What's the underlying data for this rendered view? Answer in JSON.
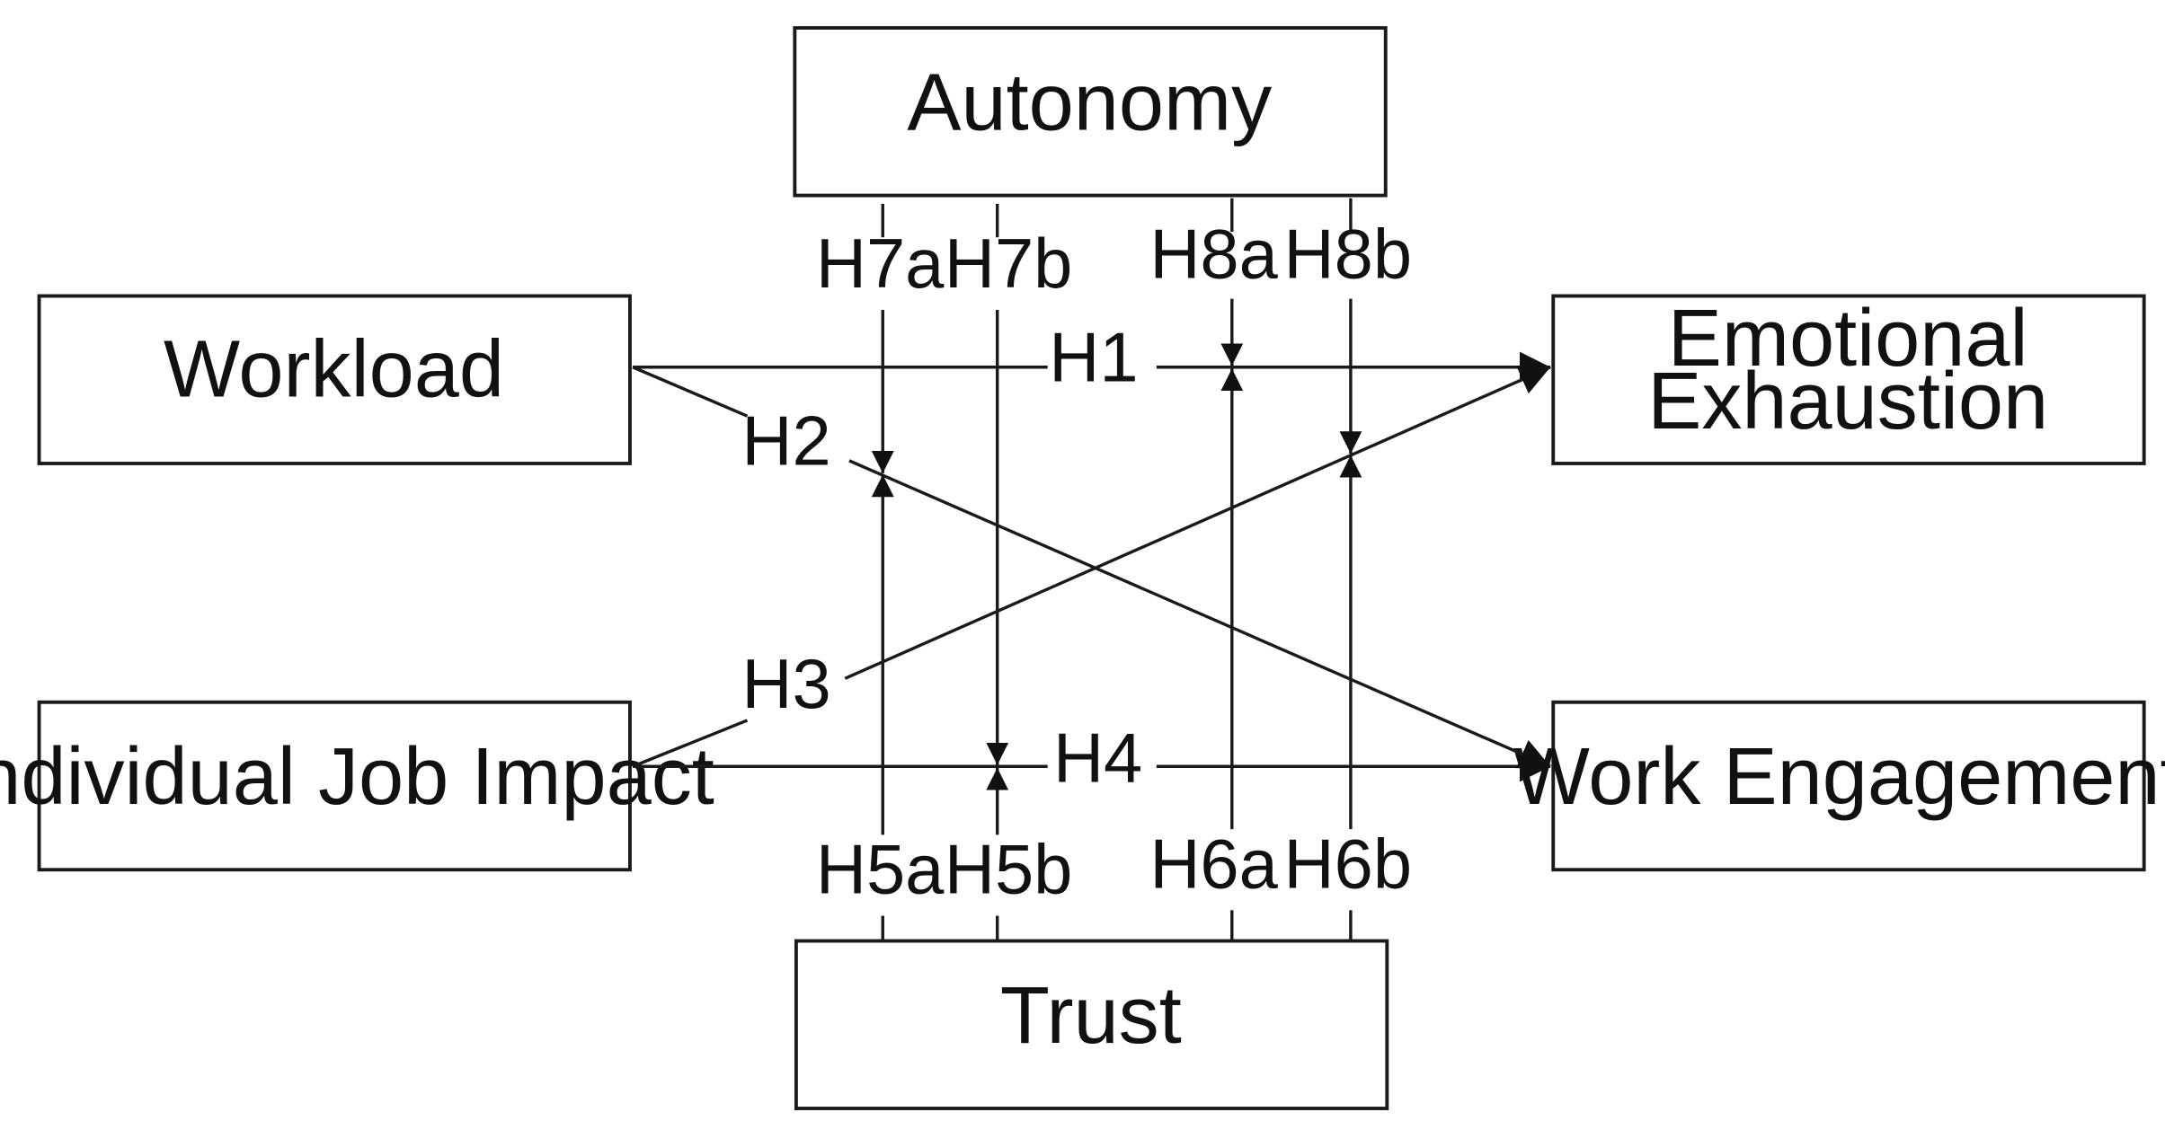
{
  "nodes": {
    "autonomy": "Autonomy",
    "workload": "Workload",
    "individual_job_impact": "Individual Job Impact",
    "emotional_exhaustion": [
      "Emotional",
      "Exhaustion"
    ],
    "work_engagement": "Work Engagement",
    "trust": "Trust"
  },
  "hypotheses": {
    "h1": "H1",
    "h2": "H2",
    "h3": "H3",
    "h4": "H4",
    "h5a": "H5a",
    "h5b": "H5b",
    "h6a": "H6a",
    "h6b": "H6b",
    "h7a": "H7a",
    "h7b": "H7b",
    "h8a": "H8a",
    "h8b": "H8b"
  }
}
